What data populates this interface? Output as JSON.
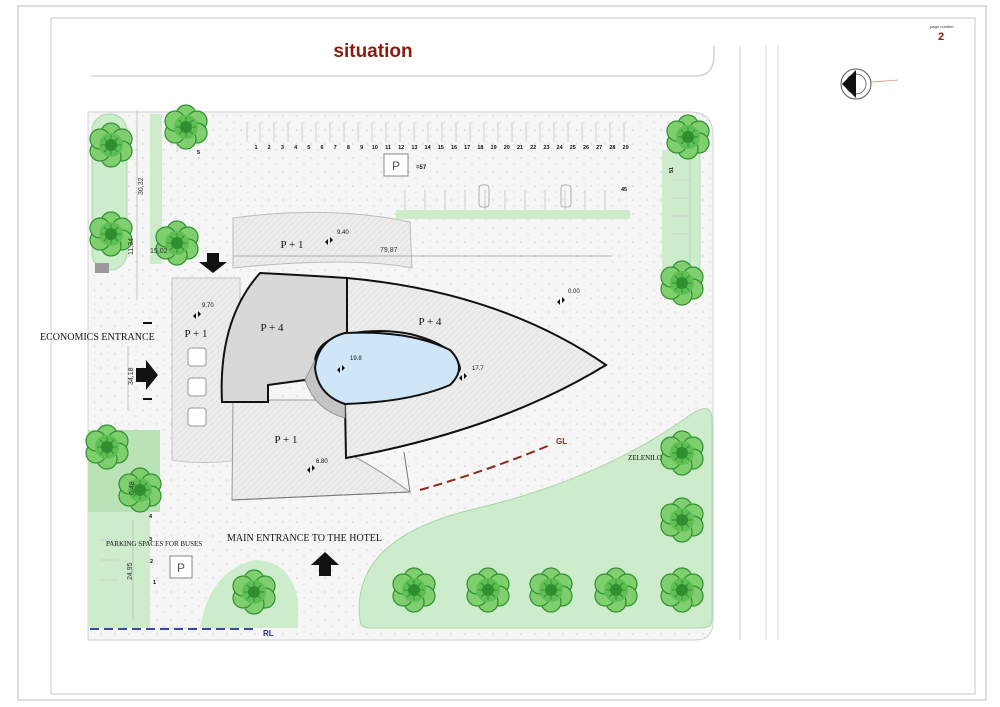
{
  "page": {
    "number_label": "page number",
    "number": "2"
  },
  "title": "situation",
  "labels": {
    "economics_entrance": "ECONOMICS ENTRANCE",
    "main_entrance": "MAIN ENTRANCE TO THE HOTEL",
    "bus_parking": "PARKING SPACES FOR BUSES",
    "zelenilo": "ZELENILO",
    "gl": "GL",
    "rl": "RL",
    "parking_total": "=57",
    "parking_45": "45",
    "parking_51": "51",
    "parking_5": "5",
    "bus_1": "1",
    "bus_2": "2",
    "bus_3": "3",
    "bus_4": "4"
  },
  "parking_numbers": [
    "1",
    "2",
    "3",
    "4",
    "5",
    "6",
    "7",
    "8",
    "9",
    "10",
    "11",
    "12",
    "13",
    "14",
    "15",
    "16",
    "17",
    "18",
    "19",
    "20",
    "21",
    "22",
    "23",
    "24",
    "25",
    "26",
    "27",
    "28",
    "29"
  ],
  "dimensions": {
    "d_30_32": "30,32",
    "d_11_34": "11,34",
    "d_15_02": "15,02",
    "d_79_87": "79,87",
    "d_34_18": "34,18",
    "d_6_48": "6,48",
    "d_24_95": "24,95"
  },
  "elevations": {
    "e_9_40": "9.40",
    "e_9_70": "9.70",
    "e_0_00": "0.00",
    "e_19_8": "19.8",
    "e_17_7": "17.7",
    "e_6_80": "6.80"
  },
  "floors": {
    "p1_top": "P + 1",
    "p4_left": "P + 4",
    "p4_right": "P + 4",
    "p1_left": "P + 1",
    "p1_bottom": "P + 1"
  },
  "colors": {
    "title": "#8b1a10",
    "green": "#cdeccc",
    "tree_dark": "#2f8f2f",
    "tree_light": "#7fcf6f",
    "pool": "#cfe6f8",
    "gl_line": "#8b2a1a",
    "rl_line": "#1f2f9f"
  }
}
